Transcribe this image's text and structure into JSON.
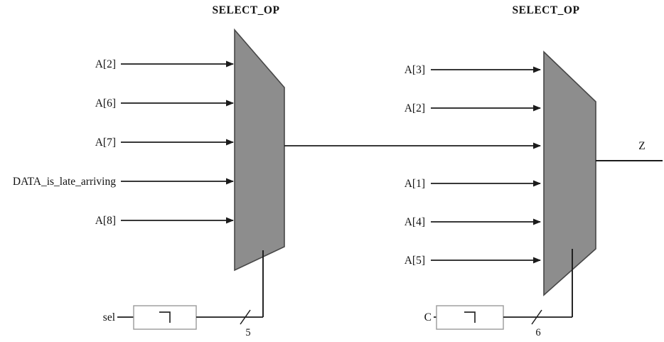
{
  "left_mux": {
    "title": "SELECT_OP",
    "inputs": [
      "A[2]",
      "A[6]",
      "A[7]",
      "DATA_is_late_arriving",
      "A[8]"
    ],
    "select": {
      "label": "sel",
      "bus_width": "5",
      "symbol_icon": "corner-bar-icon"
    }
  },
  "right_mux": {
    "title": "SELECT_OP",
    "inputs": [
      "A[3]",
      "A[2]",
      "A[1]",
      "A[4]",
      "A[5]"
    ],
    "select": {
      "label": "C",
      "bus_width": "6",
      "symbol_icon": "corner-bar-icon"
    },
    "output_label": "Z"
  },
  "colors": {
    "background": "#ffffff",
    "mux_fill": "#8d8d8d",
    "mux_stroke": "#474747",
    "line": "#1b1b1b",
    "select_box_border": "#9a9a9a"
  }
}
